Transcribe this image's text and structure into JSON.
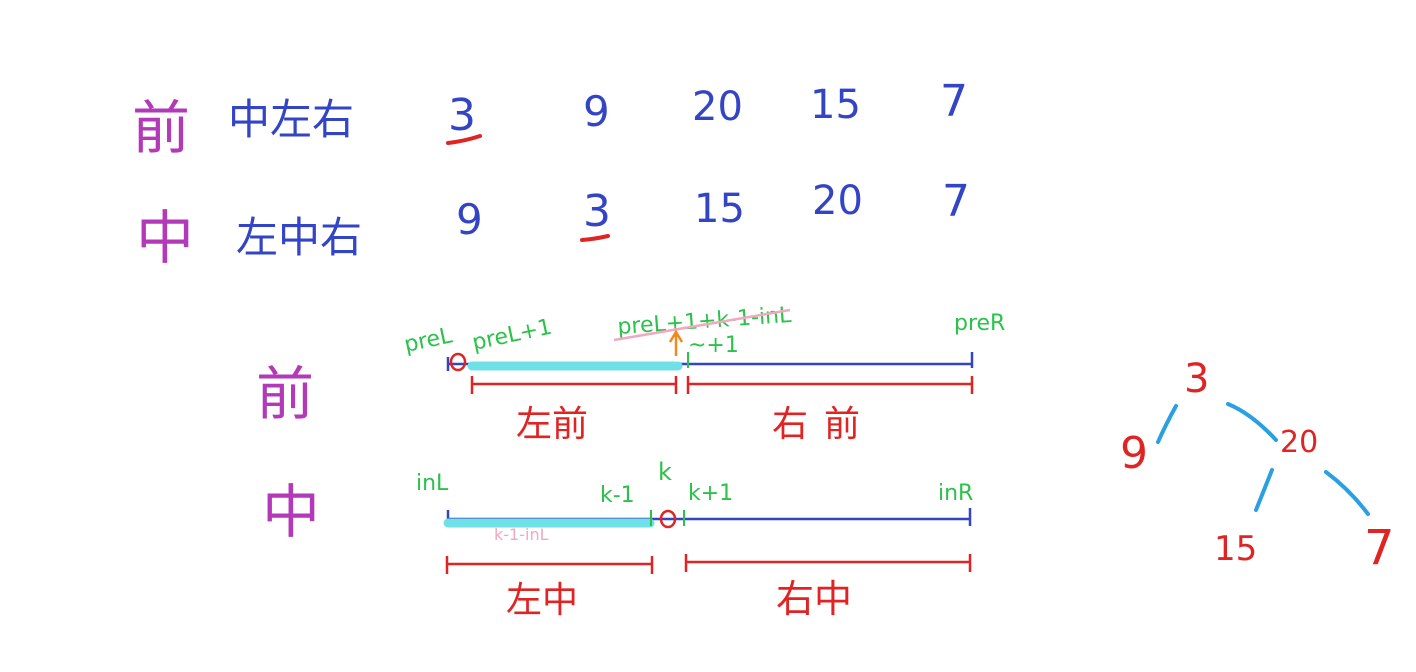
{
  "colors": {
    "purple": "#b23ab8",
    "blue": "#3344c4",
    "red": "#e02424",
    "green": "#2bc24a",
    "cyan": "#6fe0e6",
    "light_blue": "#2aa0e0",
    "pink": "#f2a8bf",
    "orange": "#f08a1a"
  },
  "traversals": [
    {
      "name": "前",
      "order": "中左右",
      "values": [
        "3",
        "9",
        "20",
        "15",
        "7"
      ]
    },
    {
      "name": "中",
      "order": "左中右",
      "values": [
        "9",
        "3",
        "15",
        "20",
        "7"
      ]
    }
  ],
  "diagram": {
    "pre": {
      "name": "前",
      "labels": {
        "preL": "preL",
        "preL_plus1": "preL+1",
        "split": "preL+1+k-1-inL",
        "split_next": "~+1",
        "preR": "preR"
      },
      "left_part": "左前",
      "right_part": "右前"
    },
    "in": {
      "name": "中",
      "labels": {
        "inL": "inL",
        "k_minus1": "k-1",
        "k": "k",
        "k_plus1": "k+1",
        "inR": "inR",
        "length": "k-1-inL"
      },
      "left_part": "左中",
      "right_part": "右中"
    }
  },
  "tree": {
    "root": "3",
    "left": "9",
    "right": "20",
    "right_left": "15",
    "right_right": "7"
  }
}
